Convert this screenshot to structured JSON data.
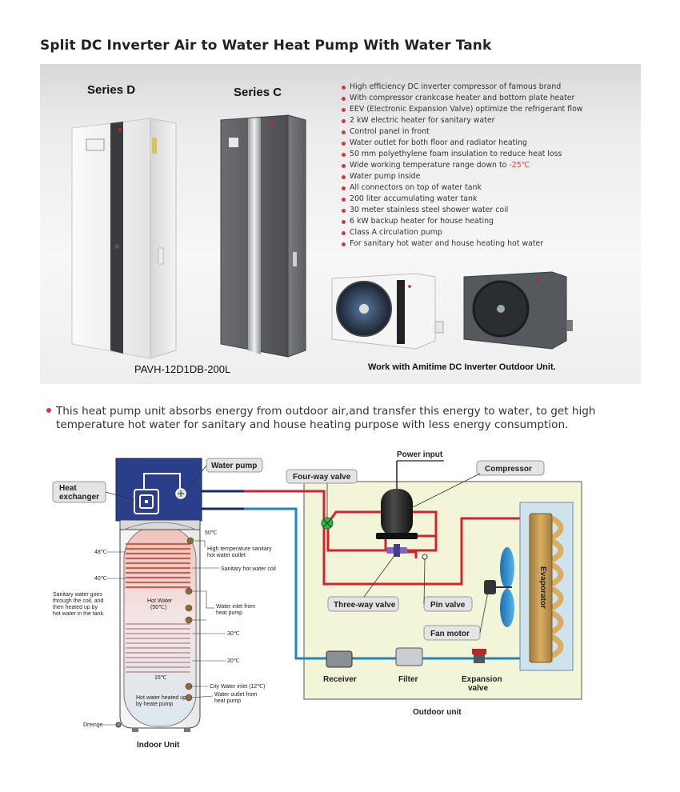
{
  "title": "Split DC Inverter Air to Water Heat Pump With Water Tank",
  "banner": {
    "series_d": "Series D",
    "series_c": "Series C",
    "model": "PAVH-12D1DB-200L",
    "work_with": "Work with Amitime DC Inverter Outdoor Unit.",
    "features": [
      "High efficiency DC inverter compressor of famous brand",
      "With compressor crankcase heater and bottom plate heater",
      "EEV (Electronic Expansion Valve) optimize the refrigerant flow",
      "2 kW electric heater for sanitary water",
      "Control panel in front",
      "Water outlet for both floor and radiator heating",
      "50 mm polyethylene foam insulation to reduce heat loss",
      "Wide working temperature range down to ",
      "Water pump inside",
      "All connectors on top of water tank",
      "200 liter accumulating water tank",
      "30 meter stainless steel shower water coil",
      "6 kW backup heater for house heating",
      "Class A circulation pump",
      "For sanitary hot water and house heating hot water"
    ],
    "temp_highlight": "-25℃"
  },
  "description": {
    "line1": "This heat pump unit absorbs energy from outdoor air,and transfer this energy to water, to get  high",
    "line2": "temperature hot  water for sanitary and  house heating purpose with less energy consumption."
  },
  "diagram": {
    "water_pump": "Water pump",
    "heat_exchanger_1": "Heat",
    "heat_exchanger_2": "exchanger",
    "four_way_valve": "Four-way valve",
    "power_input": "Power input",
    "compressor": "Compressor",
    "evaporator": "Evaporator",
    "three_way_valve": "Three-way valve",
    "pin_valve": "Pin valve",
    "fan_motor": "Fan motor",
    "receiver": "Receiver",
    "filter": "Filter",
    "expansion_valve_1": "Expansion",
    "expansion_valve_2": "valve",
    "outdoor_unit": "Outdoor unit",
    "indoor_unit": "Indoor Unit",
    "t50": "50℃",
    "t48": "48℃",
    "t40": "40℃",
    "t30": "30℃",
    "t20": "20℃",
    "t15": "15℃",
    "high_temp_1": "High temperature sanitary",
    "high_temp_2": "hot water outlet",
    "sanitary_coil": "Sanitary hot water coil",
    "hot_water_1": "Hot Water",
    "hot_water_2": "(50℃)",
    "water_inlet_1": "Water inlet from",
    "water_inlet_2": "heat pump",
    "sanitary_note_1": "Sanitary water goes",
    "sanitary_note_2": "through the coil, and",
    "sanitary_note_3": "then heated up by",
    "sanitary_note_4": "hot water in the tank.",
    "city_water": "City Water inlet (12℃)",
    "water_outlet_1": "Water outlet from",
    "water_outlet_2": "heat pump",
    "hw_heated_1": "Hot water heated up",
    "hw_heated_2": "by heate pump",
    "drainage": "Dreinge"
  },
  "colors": {
    "accent_red": "#d6373a",
    "pipe_red": "#d3222d",
    "pipe_blue": "#1e86c8",
    "outdoor_bg": "#f3f5d8",
    "indoor_top": "#2a3e8a"
  }
}
